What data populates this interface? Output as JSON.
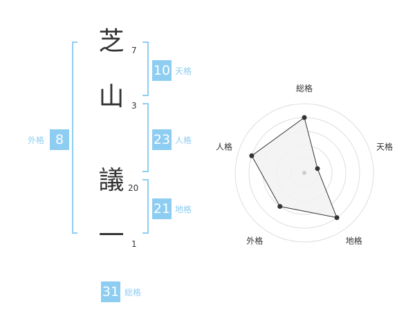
{
  "name": {
    "chars": [
      {
        "char": "芝",
        "strokes": "7"
      },
      {
        "char": "山",
        "strokes": "3"
      },
      {
        "char": "議",
        "strokes": "20"
      },
      {
        "char": "一",
        "strokes": "1"
      }
    ]
  },
  "kaku": {
    "tenkaku": {
      "value": "10",
      "label": "天格"
    },
    "jinkaku": {
      "value": "23",
      "label": "人格"
    },
    "chikaku": {
      "value": "21",
      "label": "地格"
    },
    "gaikaku": {
      "value": "8",
      "label": "外格"
    },
    "soukaku": {
      "value": "31",
      "label": "総格"
    }
  },
  "colors": {
    "accent": "#8ecdf2",
    "text": "#333333",
    "radar_fill": "#f2f2f2",
    "grid": "#dddddd"
  },
  "chart_data": {
    "type": "radar",
    "axes": [
      "総格",
      "天格",
      "地格",
      "外格",
      "人格"
    ],
    "values": [
      4,
      1,
      4,
      3,
      4
    ],
    "rmax": 5,
    "rings": 5
  }
}
